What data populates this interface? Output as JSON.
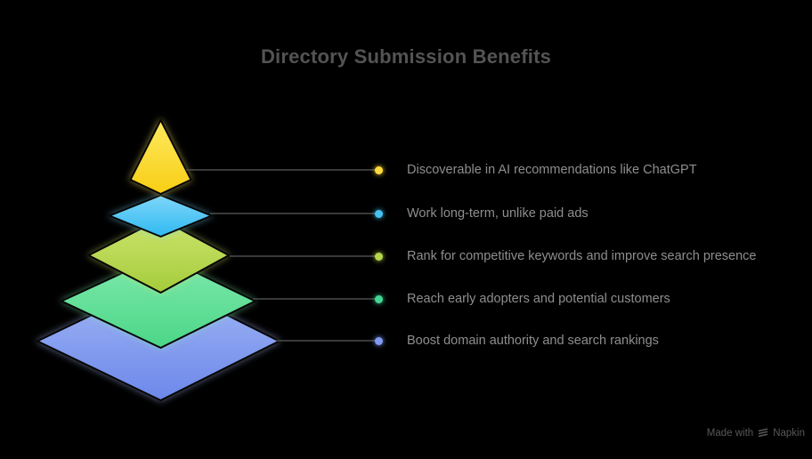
{
  "title": "Directory Submission Benefits",
  "watermark": {
    "prefix": "Made with",
    "brand": "Napkin"
  },
  "colors": {
    "background": "#000000",
    "title_text": "#545454",
    "label_text": "#8E8E8E",
    "connector_line": "#4C4C4C",
    "watermark_text": "#585858"
  },
  "pyramid": {
    "layers": [
      {
        "name": "level-1-top",
        "label": "Discoverable in AI recommendations like ChatGPT",
        "color_top": "#FDE95F",
        "color_bottom": "#F8CE14",
        "dot_color": "#FFDA3E"
      },
      {
        "name": "level-2",
        "label": "Work long-term, unlike paid ads",
        "color_top": "#7FD6F9",
        "color_bottom": "#2FB9F1",
        "dot_color": "#45C1F2"
      },
      {
        "name": "level-3",
        "label": "Rank for competitive keywords and improve search presence",
        "color_top": "#CDE46C",
        "color_bottom": "#A4CC3B",
        "dot_color": "#B5D74A"
      },
      {
        "name": "level-4",
        "label": "Reach early adopters and potential customers",
        "color_top": "#80EAAE",
        "color_bottom": "#4BD687",
        "dot_color": "#43D795"
      },
      {
        "name": "level-5-base",
        "label": "Boost domain authority and search rankings",
        "color_top": "#A3B7F5",
        "color_bottom": "#6C88EA",
        "dot_color": "#7E9AF2"
      }
    ]
  }
}
